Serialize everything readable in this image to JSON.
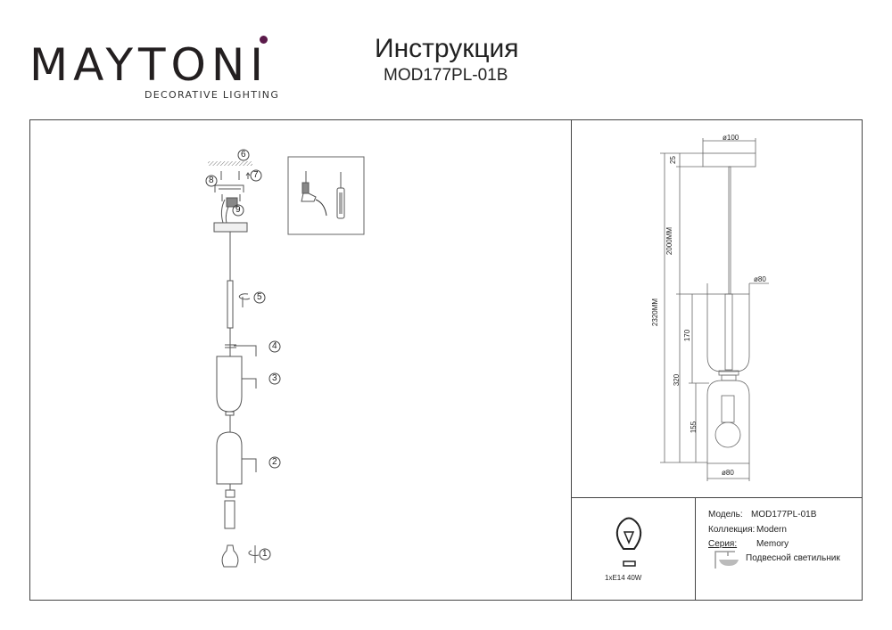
{
  "header": {
    "brand": "MAYTONI",
    "brand_tagline": "DECORATIVE LIGHTING",
    "title": "Инструкция",
    "model": "MOD177PL-01B"
  },
  "assembly": {
    "steps": [
      "1",
      "2",
      "3",
      "4",
      "5",
      "6",
      "7",
      "8",
      "9"
    ]
  },
  "dimensions": {
    "canopy_diameter": "ø100",
    "canopy_height": "25",
    "cable_length": "2000MM",
    "total_height": "2320MM",
    "upper_shade_height": "170",
    "shades_height": "320",
    "lower_shade_height": "155",
    "upper_shade_diameter": "ø80",
    "lower_shade_diameter": "ø80"
  },
  "specs": {
    "bulb": "1xE14 40W",
    "model_label": "Модель:",
    "model_value": "MOD177PL-01B",
    "collection_label": "Коллекция:",
    "collection_value": "Modern",
    "series_label": "Серия:",
    "series_value": "Memory",
    "type": "Подвесной светильник"
  },
  "colors": {
    "brand_accent": "#5b1a4a",
    "line": "#444444"
  }
}
